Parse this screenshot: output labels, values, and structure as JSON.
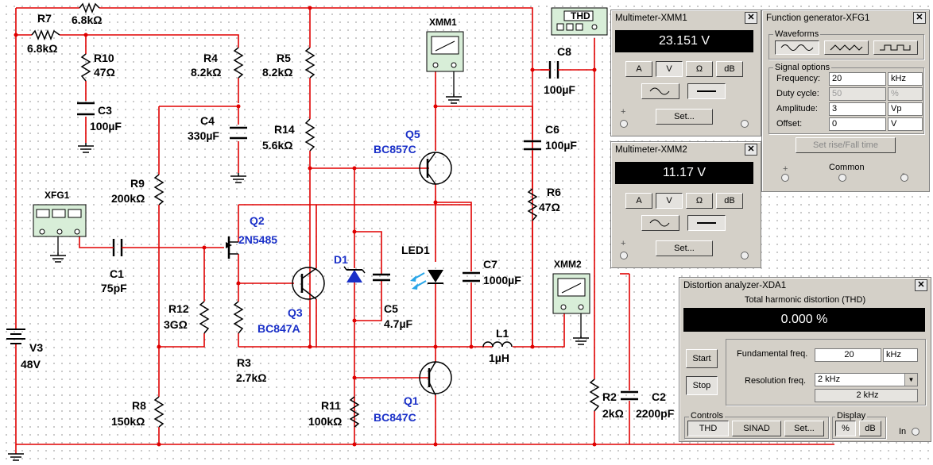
{
  "schematic": {
    "components": {
      "R7": {
        "name": "R7",
        "value": "6.8kΩ"
      },
      "R_top": {
        "value": "6.8kΩ"
      },
      "R10": {
        "name": "R10",
        "value": "47Ω"
      },
      "C3": {
        "name": "C3",
        "value": "100µF"
      },
      "R4": {
        "name": "R4",
        "value": "8.2kΩ"
      },
      "R5": {
        "name": "R5",
        "value": "8.2kΩ"
      },
      "C4": {
        "name": "C4",
        "value": "330µF"
      },
      "R14": {
        "name": "R14",
        "value": "5.6kΩ"
      },
      "R9": {
        "name": "R9",
        "value": "200kΩ"
      },
      "Q5": {
        "name": "Q5",
        "model": "BC857C"
      },
      "C6": {
        "name": "C6",
        "value": "100µF"
      },
      "C8": {
        "name": "C8",
        "value": "100µF"
      },
      "R6": {
        "name": "R6",
        "value": "47Ω"
      },
      "Q2": {
        "name": "Q2",
        "model": "2N5485"
      },
      "C1": {
        "name": "C1",
        "value": "75pF"
      },
      "D1": {
        "name": "D1"
      },
      "LED1": {
        "name": "LED1"
      },
      "C7": {
        "name": "C7",
        "value": "1000µF"
      },
      "C5": {
        "name": "C5",
        "value": "4.7µF"
      },
      "Q3": {
        "name": "Q3",
        "model": "BC847A"
      },
      "R12": {
        "name": "R12",
        "value": "3GΩ"
      },
      "R3": {
        "name": "R3",
        "value": "2.7kΩ"
      },
      "V3": {
        "name": "V3",
        "value": "48V"
      },
      "L1": {
        "name": "L1",
        "value": "1µH"
      },
      "R8": {
        "name": "R8",
        "value": "150kΩ"
      },
      "R11": {
        "name": "R11",
        "value": "100kΩ"
      },
      "Q1": {
        "name": "Q1",
        "model": "BC847C"
      },
      "R2": {
        "name": "R2",
        "value": "2kΩ"
      },
      "C2": {
        "name": "C2",
        "value": "2200pF"
      }
    },
    "instruments": {
      "xfg1": "XFG1",
      "xmm1": "XMM1",
      "xmm2": "XMM2",
      "thd": "THD"
    }
  },
  "mm1": {
    "title": "Multimeter-XMM1",
    "reading": "23.151 V",
    "buttons": [
      "A",
      "V",
      "Ω",
      "dB"
    ],
    "set": "Set...",
    "plus": "+",
    "minus": "-"
  },
  "mm2": {
    "title": "Multimeter-XMM2",
    "reading": "11.17 V",
    "buttons": [
      "A",
      "V",
      "Ω",
      "dB"
    ],
    "set": "Set...",
    "plus": "+",
    "minus": "-"
  },
  "fg": {
    "title": "Function generator-XFG1",
    "waveforms_label": "Waveforms",
    "signal_options_label": "Signal options",
    "frequency_label": "Frequency:",
    "frequency_value": "20",
    "frequency_unit": "kHz",
    "duty_label": "Duty cycle:",
    "duty_value": "50",
    "duty_unit": "%",
    "amplitude_label": "Amplitude:",
    "amplitude_value": "3",
    "amplitude_unit": "Vp",
    "offset_label": "Offset:",
    "offset_value": "0",
    "offset_unit": "V",
    "rise_fall_button": "Set rise/Fall time",
    "plus": "+",
    "common": "Common",
    "minus": "-"
  },
  "xda": {
    "title": "Distortion analyzer-XDA1",
    "subtitle": "Total harmonic distortion (THD)",
    "reading": "0.000 %",
    "start": "Start",
    "stop": "Stop",
    "fund_label": "Fundamental freq.",
    "fund_value": "20",
    "fund_unit": "kHz",
    "res_label": "Resolution freq.",
    "res_value": "2 kHz",
    "res_readout": "2 kHz",
    "controls_label": "Controls",
    "controls": [
      "THD",
      "SINAD",
      "Set..."
    ],
    "display_label": "Display",
    "display": [
      "%",
      "dB"
    ],
    "in_label": "In"
  },
  "colors": {
    "wire": "#e00000",
    "transistor_label": "#1a30c8",
    "led_arrow": "#2aa6e8",
    "instrument_body": "#d8eed8",
    "window_bg": "#d4d0c8",
    "lcd_bg": "#000000"
  }
}
